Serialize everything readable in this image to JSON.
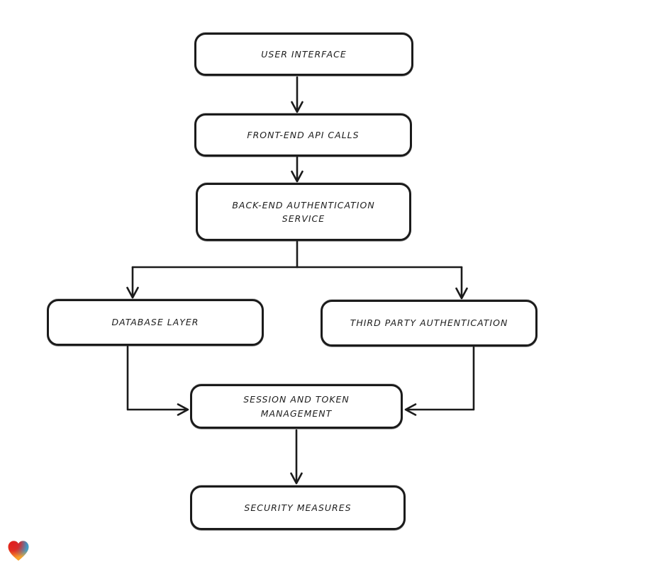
{
  "page": {
    "background": "#ffffff"
  },
  "diagram": {
    "type": "flowchart",
    "stroke_color": "#1b1b1b",
    "node_fill": "#ffffff",
    "nodes": [
      {
        "id": "user-interface",
        "label": "USER INTERFACE"
      },
      {
        "id": "front-end-api-calls",
        "label": "FRONT-END API CALLS"
      },
      {
        "id": "back-end-authentication-service",
        "label": "BACK-END AUTHENTICATION SERVICE"
      },
      {
        "id": "database-layer",
        "label": "DATABASE LAYER"
      },
      {
        "id": "third-party-authentication",
        "label": "THIRD PARTY AUTHENTICATION"
      },
      {
        "id": "session-and-token-management",
        "label": "SESSION AND TOKEN MANAGEMENT"
      },
      {
        "id": "security-measures",
        "label": "SECURITY MEASURES"
      }
    ],
    "edges": [
      {
        "from": "user-interface",
        "to": "front-end-api-calls"
      },
      {
        "from": "front-end-api-calls",
        "to": "back-end-authentication-service"
      },
      {
        "from": "back-end-authentication-service",
        "to": "database-layer"
      },
      {
        "from": "back-end-authentication-service",
        "to": "third-party-authentication"
      },
      {
        "from": "database-layer",
        "to": "session-and-token-management"
      },
      {
        "from": "third-party-authentication",
        "to": "session-and-token-management"
      },
      {
        "from": "session-and-token-management",
        "to": "security-measures"
      }
    ]
  },
  "branding": {
    "logo": "gradient-heart",
    "logo_colors": [
      "#e01f1f",
      "#2e9bd6",
      "#f7a22b"
    ]
  }
}
